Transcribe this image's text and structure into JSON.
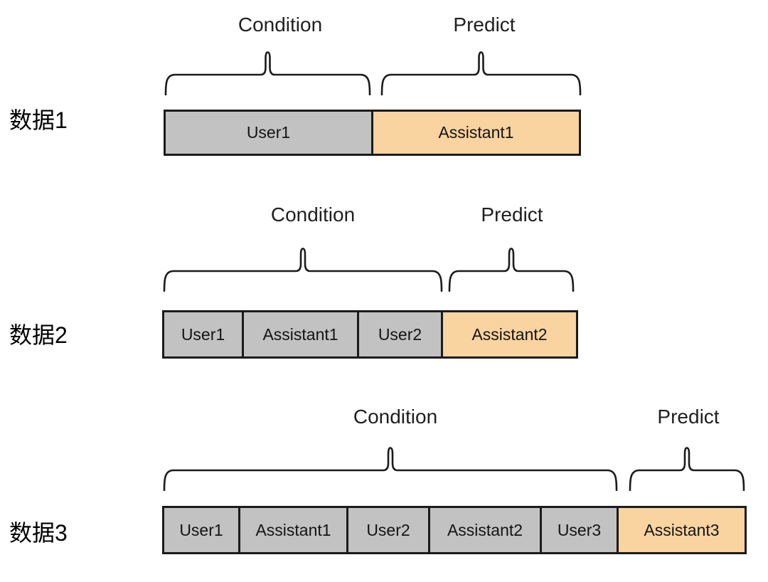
{
  "rows": [
    {
      "label": "数据1",
      "condition": {
        "label": "Condition",
        "segments": [
          "User1"
        ]
      },
      "predict": {
        "label": "Predict",
        "segments": [
          "Assistant1"
        ]
      }
    },
    {
      "label": "数据2",
      "condition": {
        "label": "Condition",
        "segments": [
          "User1",
          "Assistant1",
          "User2"
        ]
      },
      "predict": {
        "label": "Predict",
        "segments": [
          "Assistant2"
        ]
      }
    },
    {
      "label": "数据3",
      "condition": {
        "label": "Condition",
        "segments": [
          "User1",
          "Assistant1",
          "User2",
          "Assistant2",
          "User3"
        ]
      },
      "predict": {
        "label": "Predict",
        "segments": [
          "Assistant3"
        ]
      }
    }
  ],
  "colors": {
    "condition_fill": "#c2c2c2",
    "predict_fill": "#f9d3a0",
    "border": "#1b1b1b",
    "text": "#1f1f1f",
    "background": "#ffffff"
  }
}
